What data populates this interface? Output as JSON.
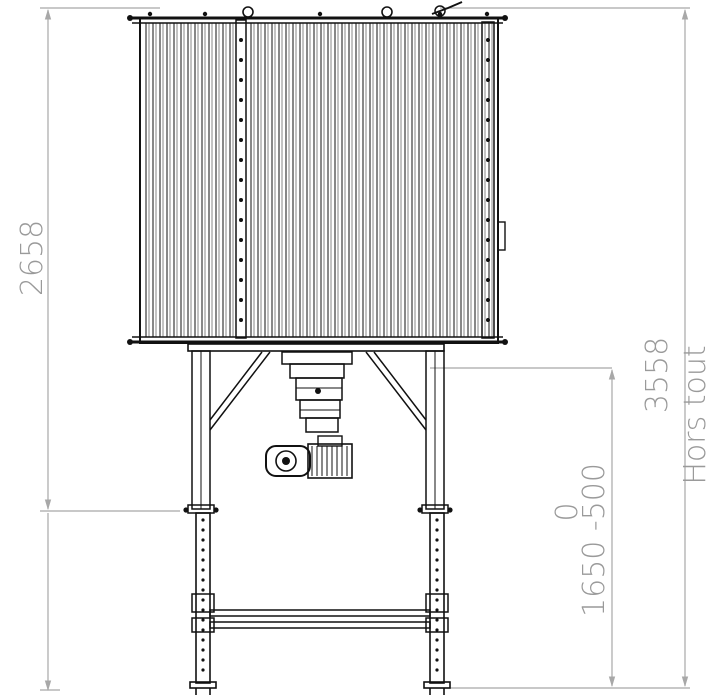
{
  "drawing": {
    "dimensions": {
      "machine_height": "2658",
      "overall_height": "3558",
      "overall_label": "Hors tout",
      "leg_min": "0",
      "leg_range": "1650 -500"
    }
  }
}
